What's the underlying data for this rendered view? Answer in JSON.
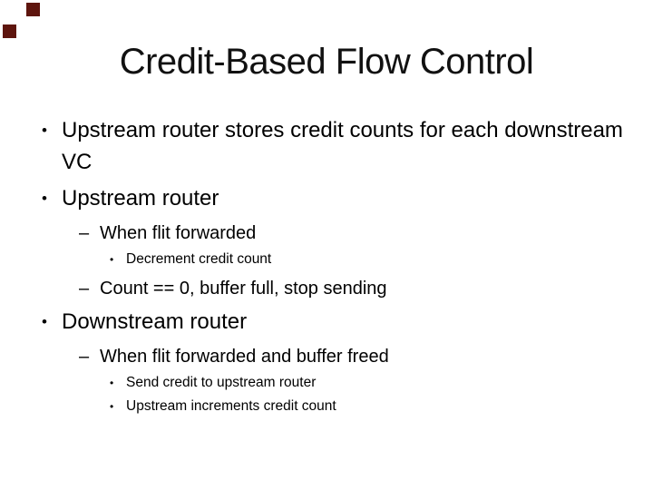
{
  "slide": {
    "title": "Credit-Based Flow Control",
    "background_color": "#ffffff",
    "text_color": "#000000",
    "decor_square_color": "#5E150E",
    "bullets": [
      {
        "level": 1,
        "marker": "•",
        "text": "Upstream router stores credit counts for each downstream VC"
      },
      {
        "level": 1,
        "marker": "•",
        "text": "Upstream router"
      },
      {
        "level": 2,
        "marker": "–",
        "text": "When flit forwarded"
      },
      {
        "level": 3,
        "marker": "•",
        "text": "Decrement credit count"
      },
      {
        "level": 2,
        "marker": "–",
        "text": "Count == 0, buffer full, stop sending"
      },
      {
        "level": 1,
        "marker": "•",
        "text": "Downstream router"
      },
      {
        "level": 2,
        "marker": "–",
        "text": "When flit forwarded and buffer freed"
      },
      {
        "level": 3,
        "marker": "•",
        "text": "Send credit to upstream router"
      },
      {
        "level": 3,
        "marker": "•",
        "text": "Upstream increments credit count"
      }
    ]
  }
}
